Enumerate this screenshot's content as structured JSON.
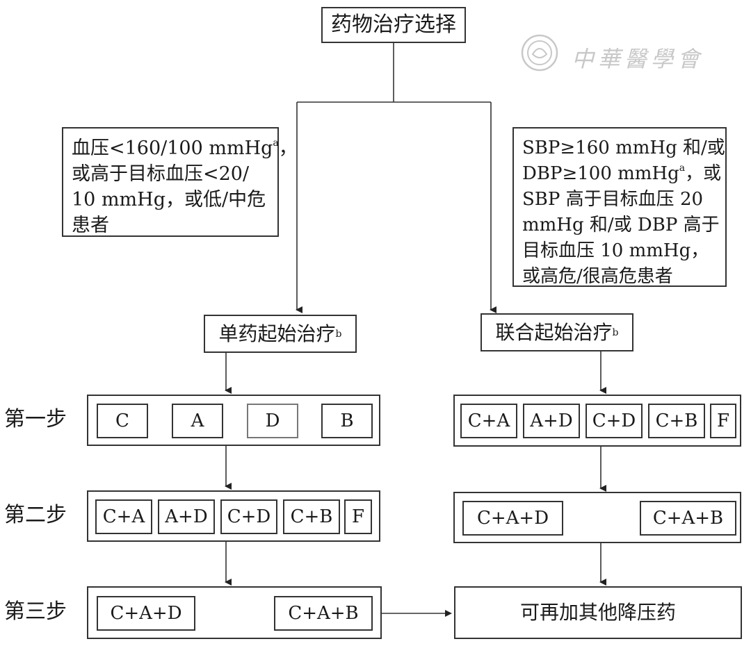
{
  "title": "药物治疗选择",
  "left_condition": {
    "lines": [
      "血压<160/100 mmHg",
      "或高于目标血压<20/",
      "10 mmHg，或低/中危",
      "患者"
    ],
    "sup": "a"
  },
  "right_condition": {
    "lines": [
      "SBP≥160 mmHg 和/或",
      "DBP≥100 mmHg",
      "SBP 高于目标血压 20",
      "mmHg 和/或 DBP 高于",
      "目标血压 10 mmHg，",
      "或高危/很高危患者"
    ],
    "sup": "a",
    "line2_suffix": "，或"
  },
  "mono_start": {
    "label": "单药起始治疗",
    "sup": "b"
  },
  "combo_start": {
    "label": "联合起始治疗",
    "sup": "b"
  },
  "steps": [
    "第一步",
    "第二步",
    "第三步"
  ],
  "left_step1": [
    "C",
    "A",
    "D",
    "B"
  ],
  "left_step2": [
    "C+A",
    "A+D",
    "C+D",
    "C+B",
    "F"
  ],
  "left_step3": [
    "C+A+D",
    "C+A+B"
  ],
  "right_step1": [
    "C+A",
    "A+D",
    "C+D",
    "C+B",
    "F"
  ],
  "right_step2": [
    "C+A+D",
    "C+A+B"
  ],
  "final": "可再加其他降压药",
  "watermark": {
    "icon": "journal-seal-icon",
    "text": "中華醫學會"
  },
  "colors": {
    "line": "#333333",
    "text": "#1a1a1a",
    "watermark": "#c8c8c8"
  }
}
